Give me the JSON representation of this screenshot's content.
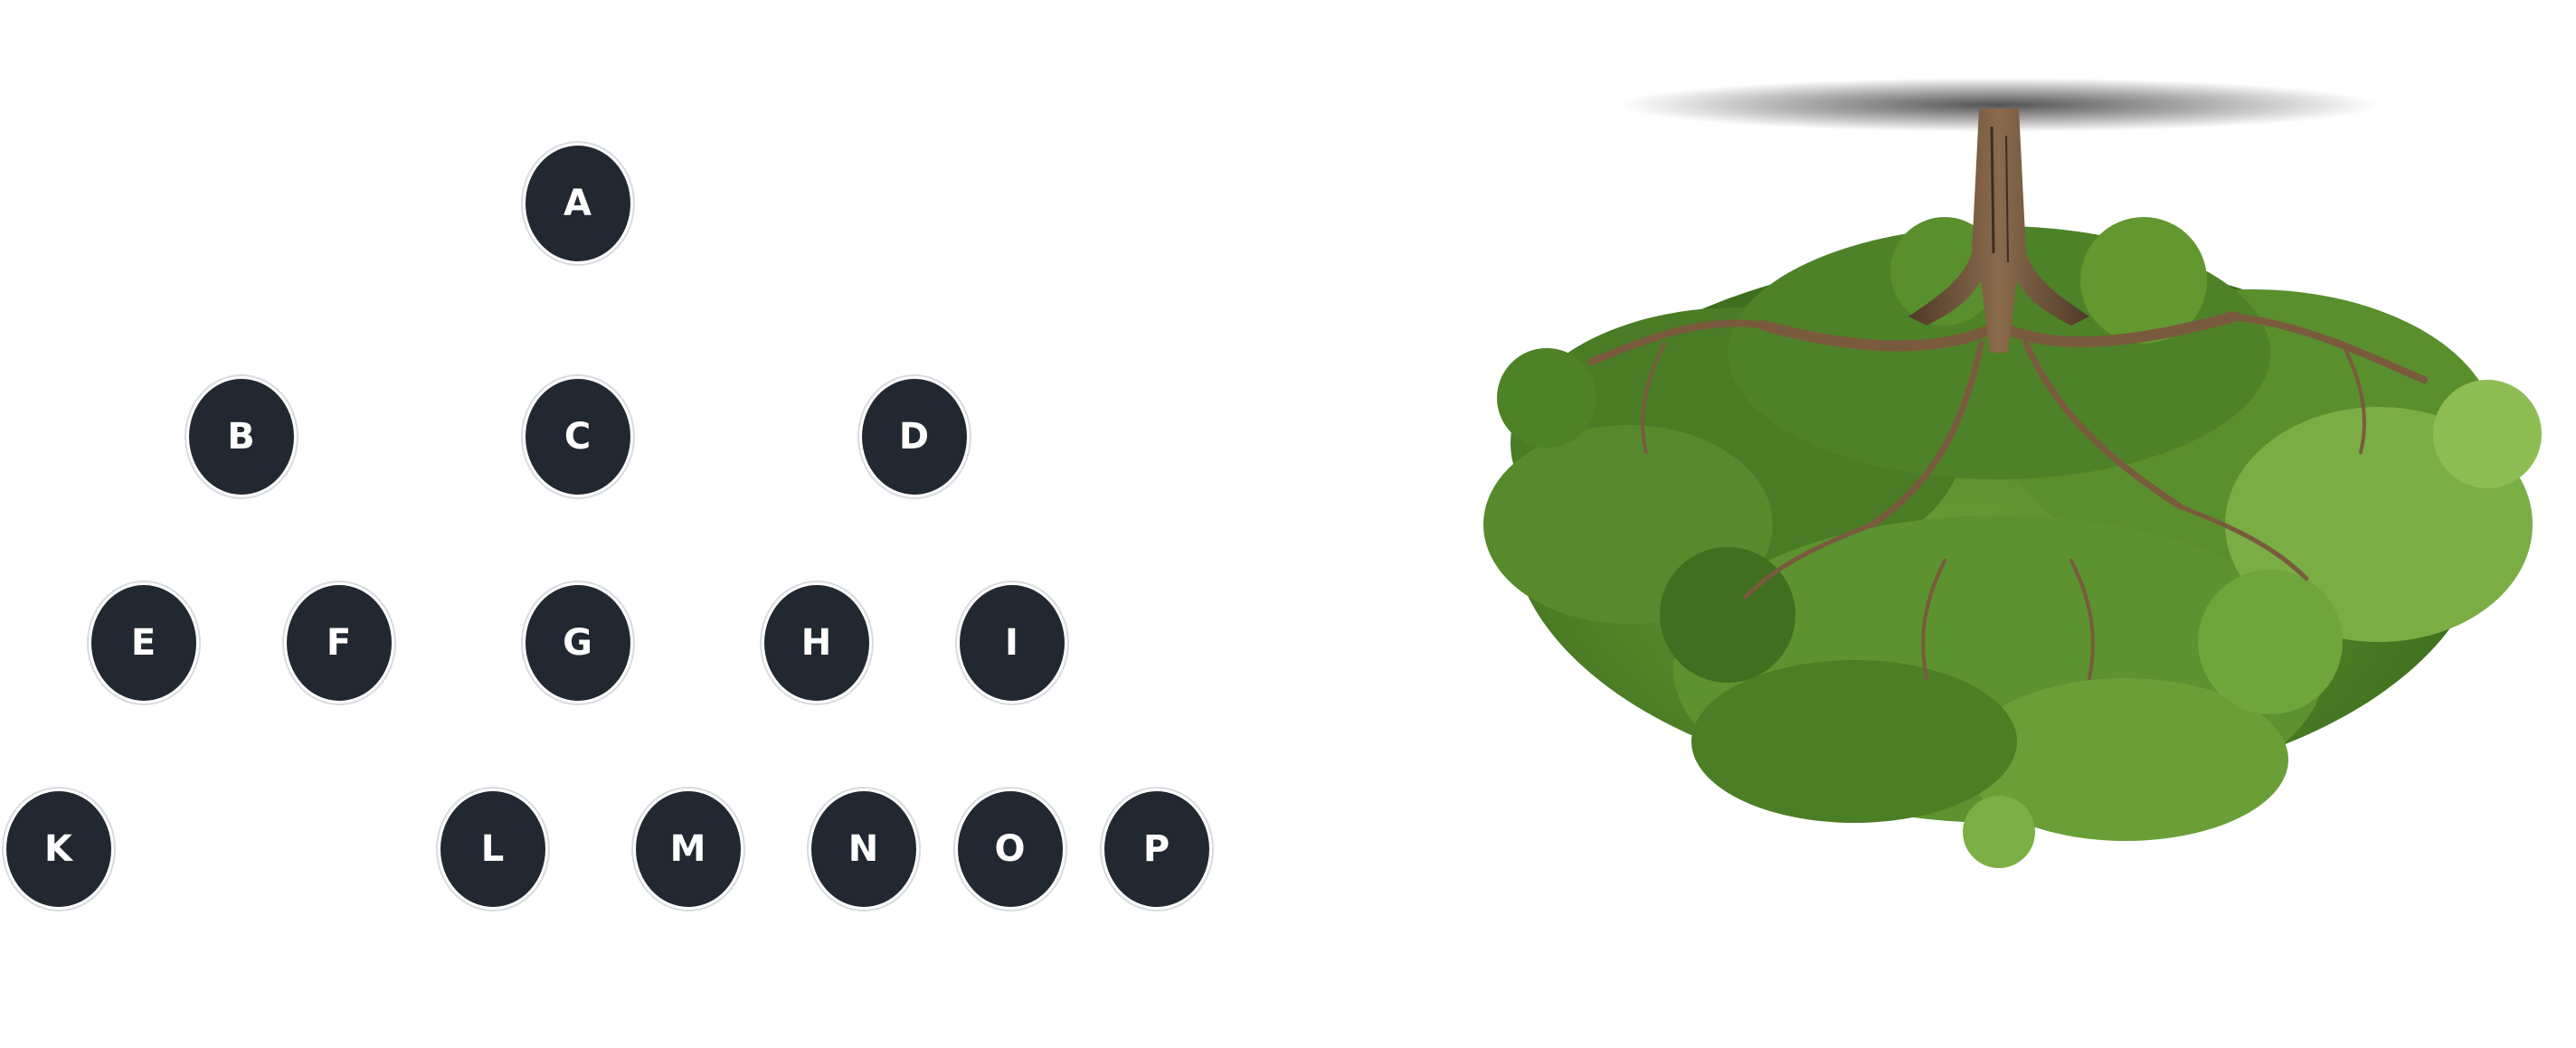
{
  "nodes": [
    {
      "id": "A",
      "label": "A"
    },
    {
      "id": "B",
      "label": "B"
    },
    {
      "id": "C",
      "label": "C"
    },
    {
      "id": "D",
      "label": "D"
    },
    {
      "id": "E",
      "label": "E"
    },
    {
      "id": "F",
      "label": "F"
    },
    {
      "id": "G",
      "label": "G"
    },
    {
      "id": "H",
      "label": "H"
    },
    {
      "id": "I",
      "label": "I"
    },
    {
      "id": "K",
      "label": "K"
    },
    {
      "id": "L",
      "label": "L"
    },
    {
      "id": "M",
      "label": "M"
    },
    {
      "id": "N",
      "label": "N"
    },
    {
      "id": "O",
      "label": "O"
    },
    {
      "id": "P",
      "label": "P"
    }
  ],
  "colors": {
    "node_fill": "#222831",
    "node_text": "#ffffff",
    "foliage_dark": "#3f6f1f",
    "foliage_mid": "#5e9430",
    "foliage_light": "#8cbc52",
    "trunk": "#6e5238",
    "shadow": "#1a1a1a"
  },
  "illustration": {
    "subject": "upside-down-tree"
  }
}
